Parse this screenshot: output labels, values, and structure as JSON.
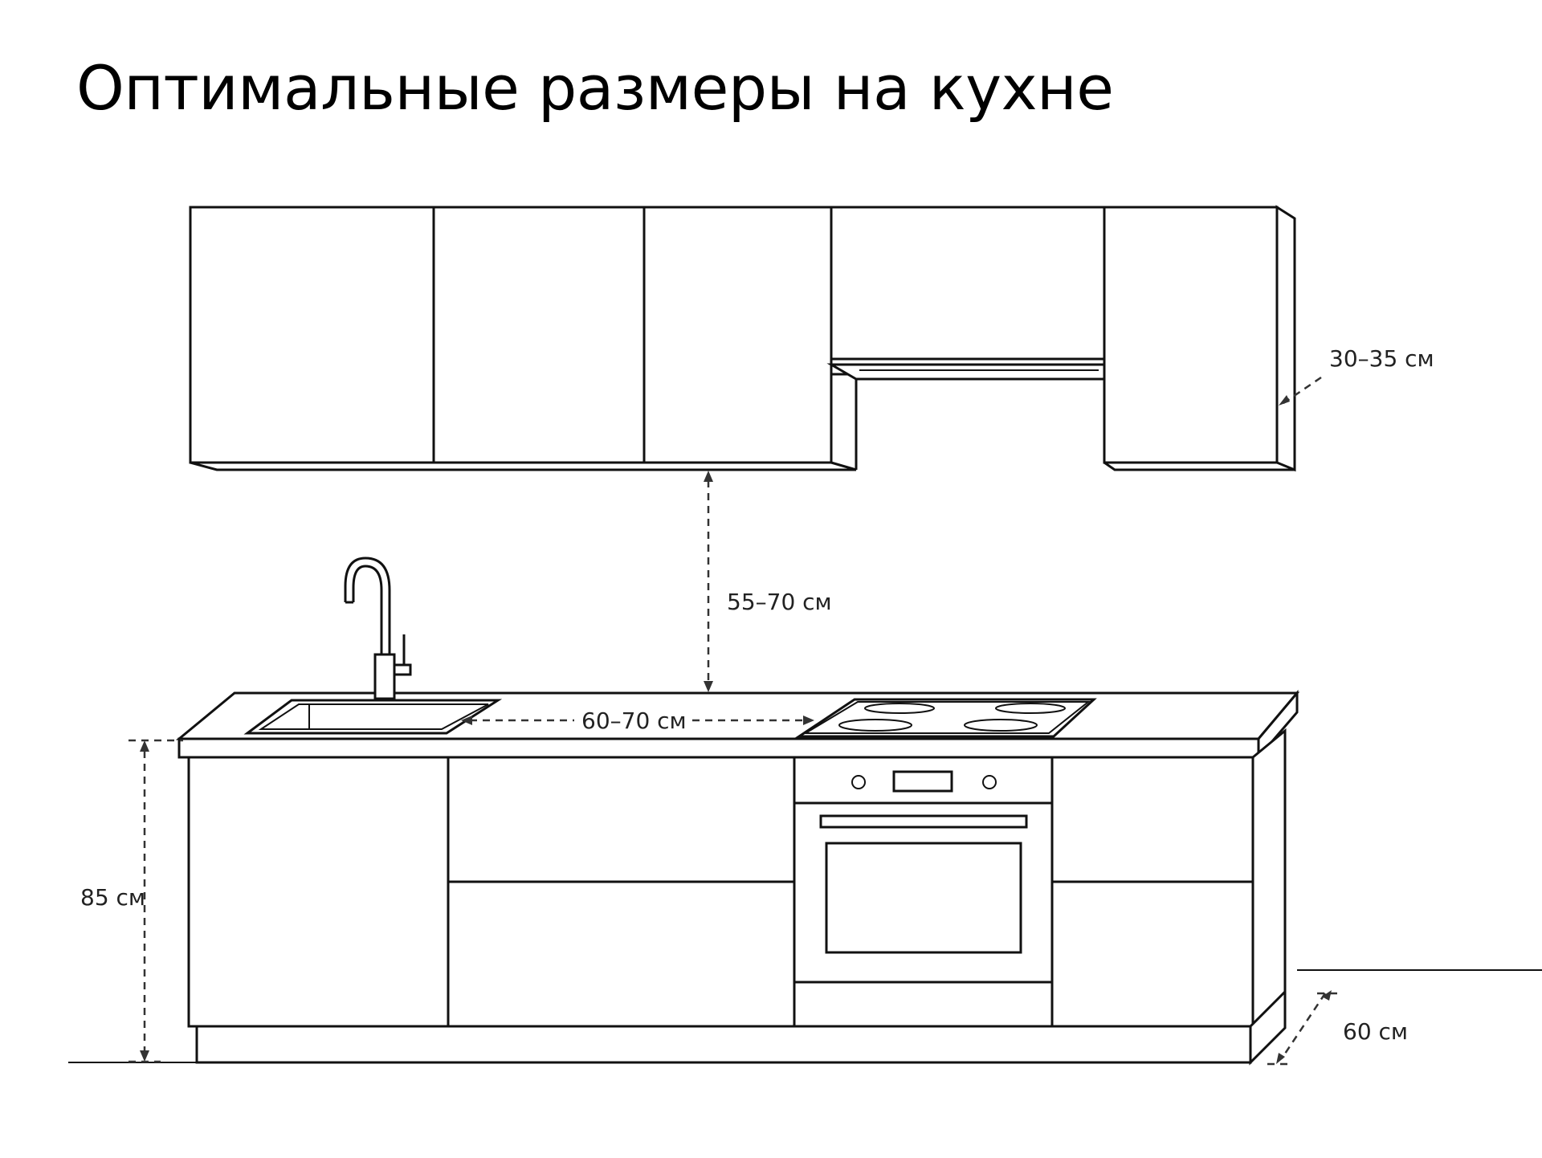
{
  "title": "Оптимальные размеры на кухне",
  "dimensions": {
    "upper_depth": "30–35 см",
    "gap_height": "55–70 см",
    "sink_hob_distance": "60–70 см",
    "counter_height": "85 см",
    "base_depth": "60 см"
  }
}
